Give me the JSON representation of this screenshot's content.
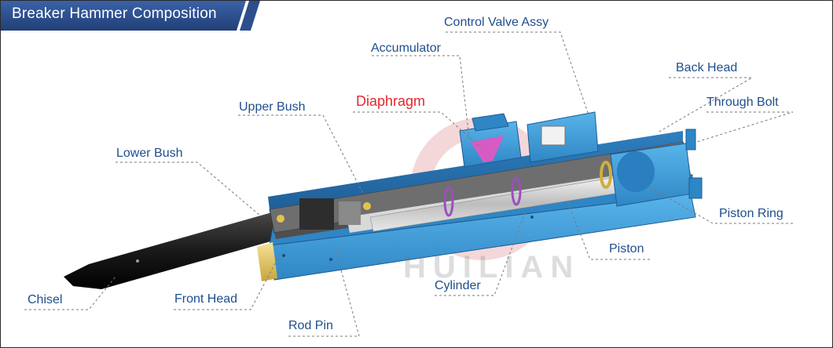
{
  "header": {
    "title": "Breaker Hammer Composition"
  },
  "watermark": {
    "text": "HUILIAN"
  },
  "labels": {
    "control_valve_assy": "Control Valve Assy",
    "accumulator": "Accumulator",
    "back_head": "Back Head",
    "diaphragm": "Diaphragm",
    "upper_bush": "Upper Bush",
    "through_bolt": "Through Bolt",
    "lower_bush": "Lower Bush",
    "piston_ring": "Piston Ring",
    "piston": "Piston",
    "chisel": "Chisel",
    "front_head": "Front Head",
    "cylinder": "Cylinder",
    "rod_pin": "Rod Pin"
  },
  "colors": {
    "header_bg": "#2c4f8c",
    "label_text": "#1f4e8c",
    "highlight_label": "#e3262e",
    "body_blue": "#3a9bd6",
    "body_dark": "#5a5a5a",
    "leader_line": "#7a7a7a"
  }
}
